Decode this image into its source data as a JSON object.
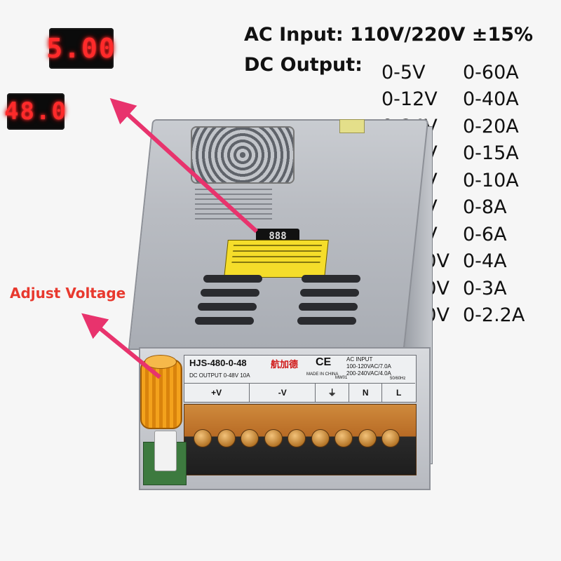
{
  "led_displays": {
    "top_reading": "5.00",
    "left_reading": "48.0",
    "unit_reading": "888"
  },
  "specs": {
    "ac_input": "AC Input: 110V/220V ±15%",
    "dc_output_label": "DC Output:",
    "ranges": [
      {
        "voltage": "0-5V",
        "current": "0-60A"
      },
      {
        "voltage": "0-12V",
        "current": "0-40A"
      },
      {
        "voltage": "0-24V",
        "current": "0-20A"
      },
      {
        "voltage": "0-36V",
        "current": "0-15A"
      },
      {
        "voltage": "0-48V",
        "current": "0-10A"
      },
      {
        "voltage": "0-60V",
        "current": "0-8A"
      },
      {
        "voltage": "0-80V",
        "current": "0-6A"
      },
      {
        "voltage": "0-120V",
        "current": "0-4A"
      },
      {
        "voltage": "0-160V",
        "current": "0-3A"
      },
      {
        "voltage": "0-220V",
        "current": "0-2.2A"
      }
    ]
  },
  "annotation": {
    "adjust_voltage": "Adjust Voltage",
    "arrow_color": "#e8336d",
    "label_color": "#e8392e"
  },
  "device": {
    "model": "HJS-480-0-48",
    "brand": "航加德",
    "ce_mark": "CE",
    "ac_input_title": "AC INPUT",
    "ac_input_line1": "100-120VAC/7.0A",
    "ac_input_line2": "200-240VAC/4.0A",
    "dc_output": "DC OUTPUT    0-48V   10A",
    "made_in": "MADE IN CHINA",
    "mw": "MW01",
    "frequency": "50/60Hz",
    "terminals": [
      "+V",
      "-V",
      "⏚",
      "N",
      "L"
    ],
    "screw_count": 9
  }
}
